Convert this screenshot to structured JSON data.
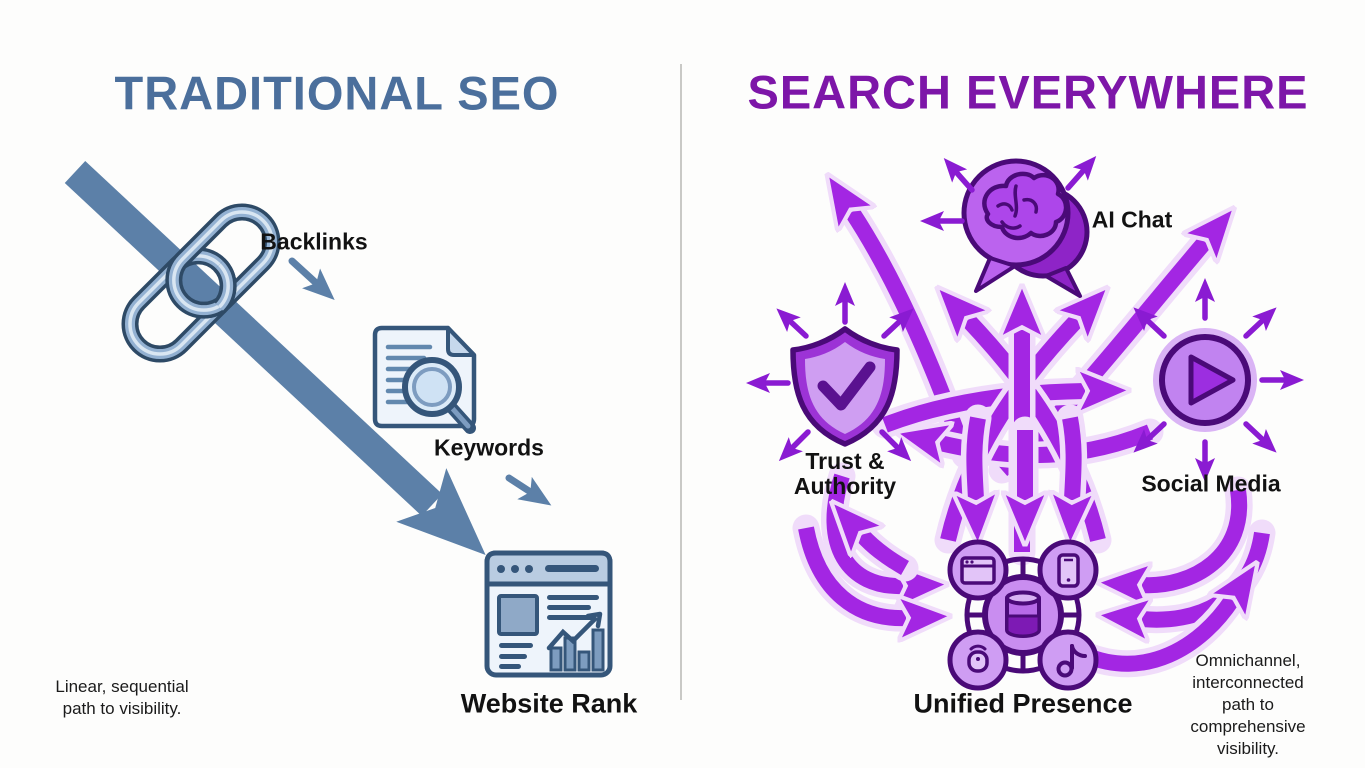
{
  "page": {
    "background_color": "#fdfdfc",
    "divider_color": "#c9c9c6"
  },
  "left_panel": {
    "title": "TRADITIONAL SEO",
    "title_color": "#4b6f9c",
    "arrow_color": "#5c80a8",
    "style": "single linear diagonal arrow with sequential steps",
    "nodes": [
      {
        "id": "backlinks",
        "label": "Backlinks",
        "icon": "chain-link-icon"
      },
      {
        "id": "keywords",
        "label": "Keywords",
        "icon": "document-magnifier-icon"
      },
      {
        "id": "website-rank",
        "label": "Website Rank",
        "icon": "browser-analytics-icon"
      }
    ],
    "caption": "Linear, sequential\npath to visibility."
  },
  "right_panel": {
    "title": "SEARCH EVERYWHERE",
    "title_color": "#7d16a8",
    "arrow_color": "#a326e3",
    "style": "dense interconnected tangle of arrows radiating everywhere",
    "nodes": [
      {
        "id": "ai-chat",
        "label": "AI Chat",
        "icon": "brain-chat-bubble-icon"
      },
      {
        "id": "trust-authority",
        "label": "Trust &\nAuthority",
        "icon": "shield-check-icon"
      },
      {
        "id": "social-media",
        "label": "Social Media",
        "icon": "play-button-icon"
      },
      {
        "id": "unified-presence",
        "label": "Unified Presence",
        "icon": "device-network-icon"
      }
    ],
    "caption": "Omnichannel,\ninterconnected path to\ncomprehensive visibility."
  }
}
